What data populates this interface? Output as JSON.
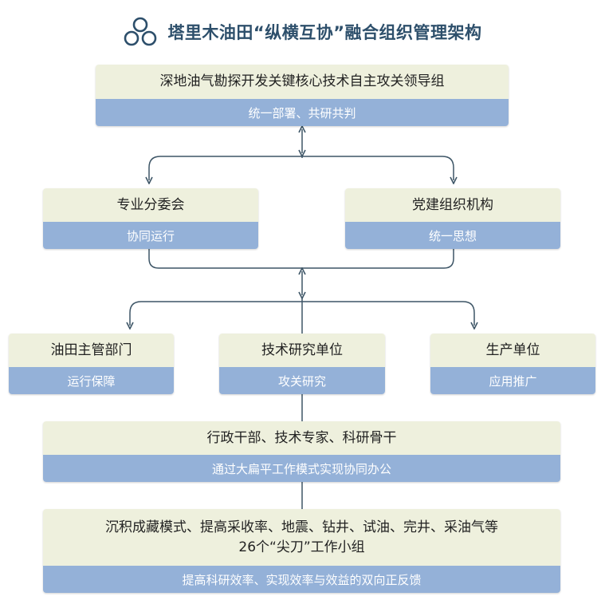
{
  "title": "塔里木油田“纵横互协”融合组织管理架构",
  "colors": {
    "title": "#2d4f6b",
    "box_top": "#eef0dd",
    "box_bottom": "#94b1d8",
    "connector": "#3d5566"
  },
  "icons": {
    "logo": "three-circles-logo-icon"
  },
  "leadership": {
    "name": "深地油气勘探开发关键核心技术自主攻关领导组",
    "role": "统一部署、共研共判"
  },
  "level2": [
    {
      "name": "专业分委会",
      "role": "协同运行"
    },
    {
      "name": "党建组织机构",
      "role": "统一思想"
    }
  ],
  "level3": [
    {
      "name": "油田主管部门",
      "role": "运行保障"
    },
    {
      "name": "技术研究单位",
      "role": "攻关研究"
    },
    {
      "name": "生产单位",
      "role": "应用推广"
    }
  ],
  "level4": {
    "name": "行政干部、技术专家、科研骨干",
    "role": "通过大扁平工作模式实现协同办公"
  },
  "level5": {
    "name_line1": "沉积成藏模式、提高采收率、地震、钻井、试油、完井、采油气等",
    "name_line2": "26个“尖刀”工作小组",
    "role": "提高科研效率、实现效率与效益的双向正反馈"
  }
}
